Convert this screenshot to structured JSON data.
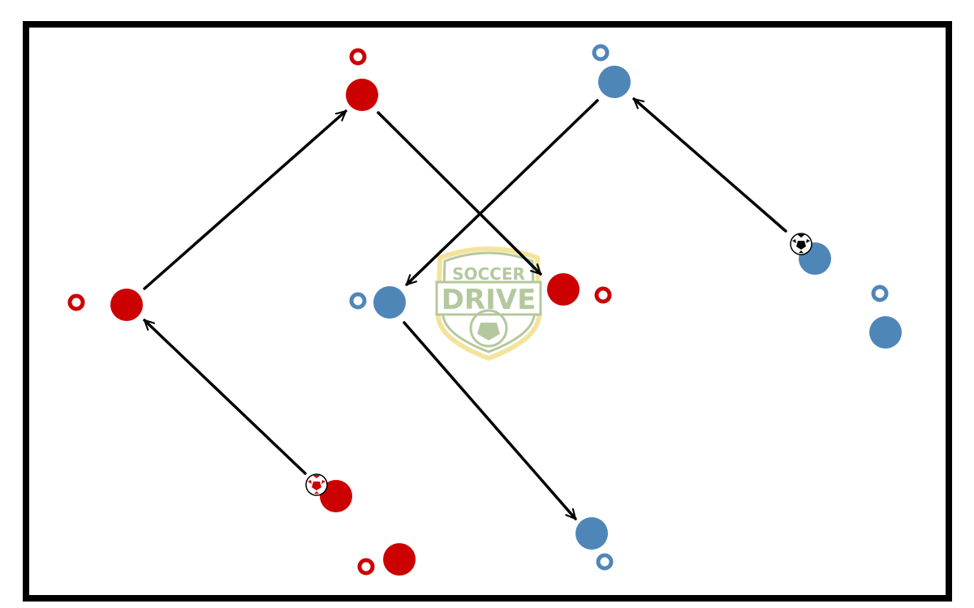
{
  "colors": {
    "red_team": "#cc0000",
    "blue_team": "#4f86b8",
    "arrow": "#000000",
    "field_border": "#000000",
    "logo_green": "#a8bf8e",
    "logo_gold": "#f3e08a"
  },
  "logo": {
    "line1": "SOCCER",
    "line2": "DRIVE"
  },
  "players": [
    {
      "team": "red",
      "role": "player"
    },
    {
      "team": "red",
      "role": "player"
    },
    {
      "team": "red",
      "role": "player"
    },
    {
      "team": "red",
      "role": "player"
    },
    {
      "team": "red",
      "role": "player"
    },
    {
      "team": "blue",
      "role": "player"
    },
    {
      "team": "blue",
      "role": "player"
    },
    {
      "team": "blue",
      "role": "player"
    },
    {
      "team": "blue",
      "role": "player"
    },
    {
      "team": "blue",
      "role": "player"
    }
  ],
  "cones": [
    {
      "team": "red"
    },
    {
      "team": "red"
    },
    {
      "team": "red"
    },
    {
      "team": "red"
    },
    {
      "team": "blue"
    },
    {
      "team": "blue"
    },
    {
      "team": "blue"
    },
    {
      "team": "blue"
    }
  ],
  "balls": [
    {
      "icon": "soccer-ball-icon",
      "team": "red"
    },
    {
      "icon": "soccer-ball-icon",
      "team": "black"
    }
  ],
  "passes": [
    {
      "type": "pass"
    },
    {
      "type": "pass"
    },
    {
      "type": "pass"
    },
    {
      "type": "pass"
    },
    {
      "type": "pass"
    },
    {
      "type": "pass"
    }
  ]
}
